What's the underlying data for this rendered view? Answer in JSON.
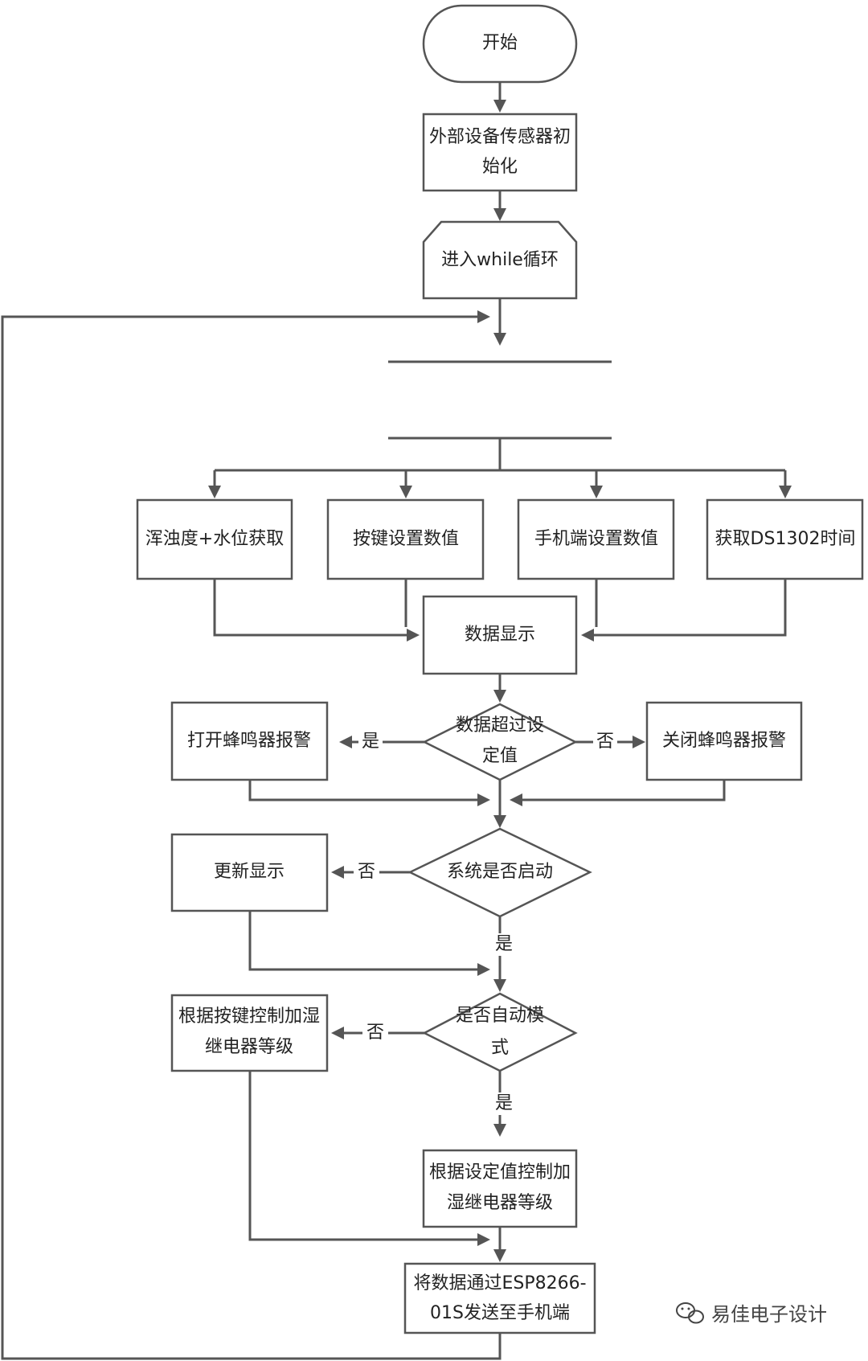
{
  "nodes": {
    "start": "开始",
    "init": [
      "外部设备传感器初",
      "始化"
    ],
    "loop": "进入while循环",
    "turbidity": "浑浊度+水位获取",
    "key_set": "按键设置数值",
    "phone_set": "手机端设置数值",
    "get_time": "获取DS1302时间",
    "display": "数据显示",
    "exceed": [
      "数据超过设",
      "定值"
    ],
    "buzzer_on": "打开蜂鸣器报警",
    "buzzer_off": "关闭蜂鸣器报警",
    "system_on": "系统是否启动",
    "refresh": "更新显示",
    "auto_mode": [
      "是否自动模",
      "式"
    ],
    "manual_ctrl": [
      "根据按键控制加湿",
      "继电器等级"
    ],
    "auto_ctrl": [
      "根据设定值控制加",
      "湿继电器等级"
    ],
    "send": [
      "将数据通过ESP8266-",
      "01S发送至手机端"
    ]
  },
  "edge_labels": {
    "exceed_yes": "是",
    "exceed_no": "否",
    "system_no": "否",
    "system_yes": "是",
    "auto_no": "否",
    "auto_yes": "是"
  },
  "watermark": "易佳电子设计"
}
